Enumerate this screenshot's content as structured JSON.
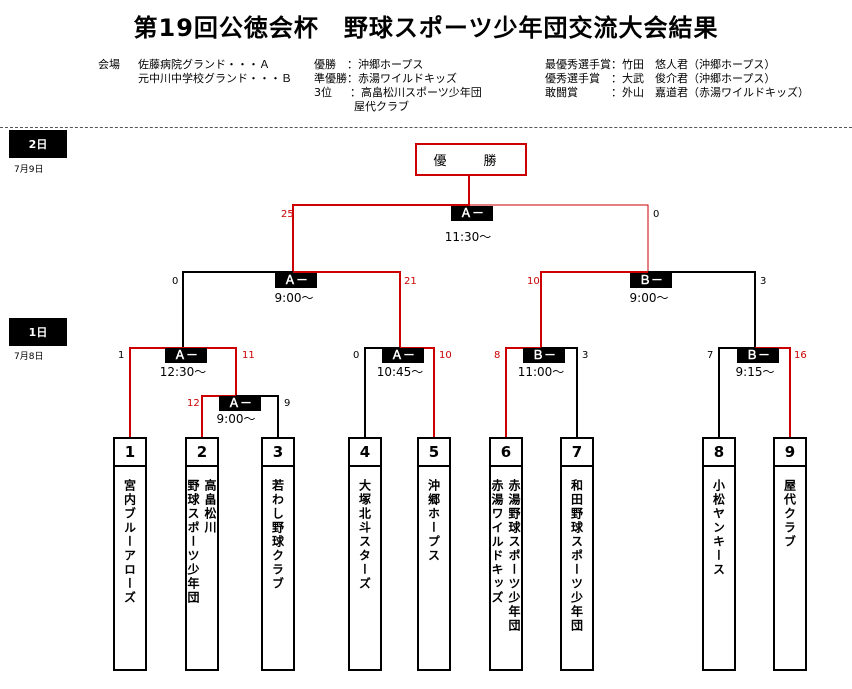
{
  "title": "第19回公徳会杯　野球スポーツ少年団交流大会結果",
  "venue": {
    "label": "会場",
    "line1": "佐藤病院グランド・・・Ａ",
    "line2": "元中川中学校グランド・・・Ｂ"
  },
  "results": {
    "champion": "優勝　：沖郷ホープス",
    "runner_up": "準優勝：赤湯ワイルドキッズ",
    "third_label": "3位",
    "third1": "：高畠松川スポーツ少年団",
    "third2": "屋代クラブ"
  },
  "awards": {
    "mvp": "最優秀選手賞：竹田　悠人君（沖郷ホープス）",
    "excellent": "優秀選手賞　：大武　俊介君（沖郷ホープス）",
    "fighting": "敢闘賞　　　：外山　嘉道君（赤湯ワイルドキッズ）"
  },
  "days": {
    "day2_label": "2日",
    "day2_date": "7月9日",
    "day1_label": "1日",
    "day1_date": "7月8日"
  },
  "champion_box": "優　勝",
  "matches": {
    "final": {
      "label": "Ａ－２",
      "time": "11:30〜",
      "left": "25",
      "right": "0"
    },
    "semi_left": {
      "label": "Ａ－１",
      "time": "9:00〜",
      "left": "0",
      "right": "21"
    },
    "semi_right": {
      "label": "Ｂ－１",
      "time": "9:00〜",
      "left": "10",
      "right": "3"
    },
    "r1_a3": {
      "label": "Ａ－３",
      "time": "12:30〜",
      "left": "1",
      "right": "11"
    },
    "r0_a1": {
      "label": "Ａ－１",
      "time": "9:00〜",
      "left": "12",
      "right": "9"
    },
    "r1_a2": {
      "label": "Ａ－２",
      "time": "10:45〜",
      "left": "0",
      "right": "10"
    },
    "r1_b2": {
      "label": "Ｂ－２",
      "time": "11:00〜",
      "left": "8",
      "right": "3"
    },
    "r1_b1": {
      "label": "Ｂ－１",
      "time": "9:15〜",
      "left": "7",
      "right": "16"
    }
  },
  "teams": [
    {
      "num": "1",
      "name": "宮内ブルーアローズ"
    },
    {
      "num": "2",
      "name": "高畠松川\n野球スポーツ少年団"
    },
    {
      "num": "3",
      "name": "若わし野球クラブ"
    },
    {
      "num": "4",
      "name": "大塚北斗スターズ"
    },
    {
      "num": "5",
      "name": "沖郷ホープス"
    },
    {
      "num": "6",
      "name": "赤湯野球スポーツ少年団\n赤湯ワイルドキッズ"
    },
    {
      "num": "7",
      "name": "和田野球スポーツ少年団"
    },
    {
      "num": "8",
      "name": "小松ヤンキース"
    },
    {
      "num": "9",
      "name": "屋代クラブ"
    }
  ],
  "colors": {
    "winner": "#cc0000",
    "line": "#000000"
  }
}
